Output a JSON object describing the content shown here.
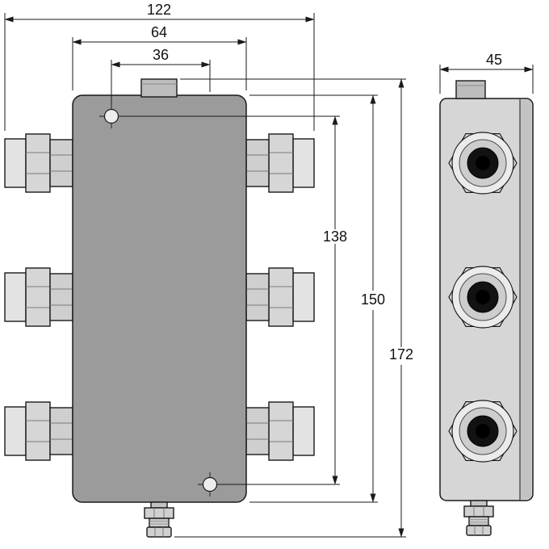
{
  "dimensions": {
    "front": {
      "overall_width": "122",
      "body_width": "64",
      "hole_offset_x": "36",
      "hole_spacing_y": "138",
      "body_height": "150",
      "overall_height": "172"
    },
    "side": {
      "depth": "45"
    }
  },
  "colors": {
    "line": "#1a1a1a",
    "front_body": "#9b9b9b",
    "gland_sleeve": "#e3e3e3",
    "gland_hex": "#d6d6d6",
    "gland_nut": "#cfcfcf",
    "connector_stub": "#bdbdbd",
    "side_body": "#d6d6d6",
    "side_body_edge": "#c3c3c3",
    "port_outer": "#ebebeb",
    "port_ring": "#cdcdcd",
    "port_core": "#121212",
    "background": "#ffffff"
  }
}
